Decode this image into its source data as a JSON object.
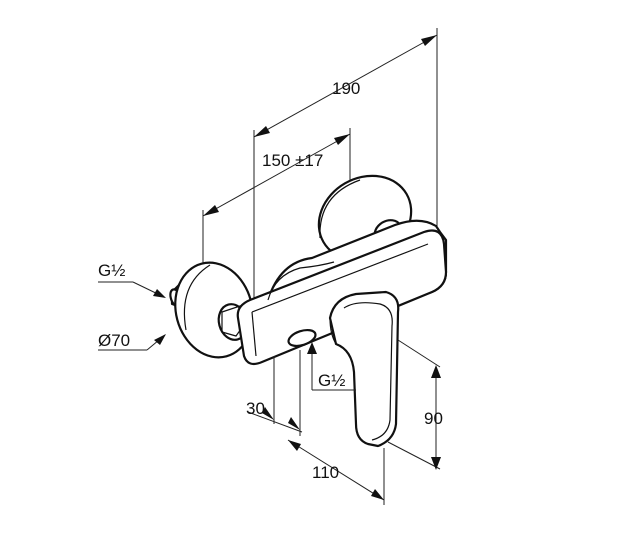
{
  "labels": {
    "dim_190": "190",
    "dim_150": "150 ±17",
    "thread_inlet": "G½",
    "diameter_70": "Ø70",
    "thread_outlet": "G½",
    "dim_30": "30",
    "dim_90": "90",
    "dim_110": "110"
  }
}
